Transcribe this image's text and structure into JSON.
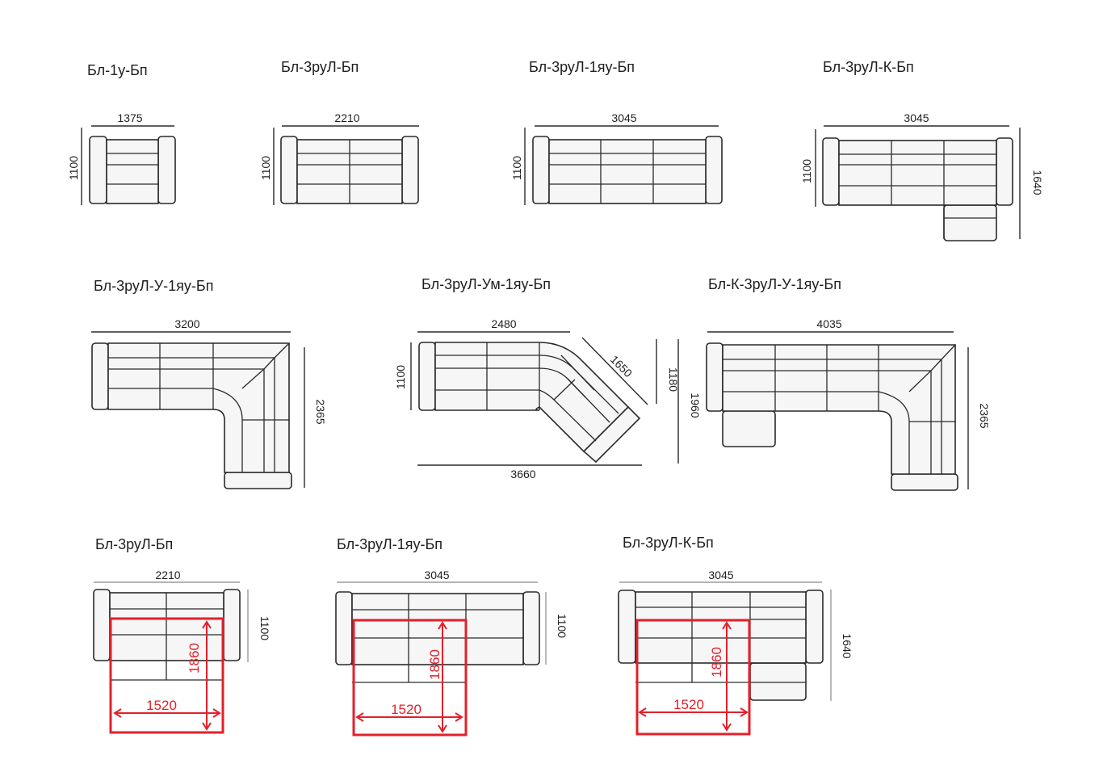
{
  "colors": {
    "outline": "#2a2a2a",
    "fill": "#f6f6f6",
    "accent": "#e3202a"
  },
  "row1": {
    "m1": {
      "title": "Бл-1у-Бп",
      "width": "1375",
      "depth": "1100"
    },
    "m2": {
      "title": "Бл-3руЛ-Бп",
      "width": "2210",
      "depth": "1100"
    },
    "m3": {
      "title": "Бл-3руЛ-1яу-Бп",
      "width": "3045",
      "depth": "1100"
    },
    "m4": {
      "title": "Бл-3руЛ-К-Бп",
      "width": "3045",
      "depth": "1100",
      "depth2": "1640"
    }
  },
  "row2": {
    "m5": {
      "title": "Бл-3руЛ-У-1яу-Бп",
      "width": "3200",
      "depth": "2365"
    },
    "m6": {
      "title": "Бл-3руЛ-Ум-1яу-Бп",
      "width": "2480",
      "depth": "1100",
      "diag": "1650",
      "depth2": "1180",
      "depth3": "1960",
      "total": "3660"
    },
    "m7": {
      "title": "Бл-К-3руЛ-У-1яу-Бп",
      "width": "4035",
      "depth": "2365"
    }
  },
  "row3": {
    "m8": {
      "title": "Бл-3руЛ-Бп",
      "width": "2210",
      "depth": "1100",
      "bed_w": "1520",
      "bed_l": "1860"
    },
    "m9": {
      "title": "Бл-3руЛ-1яу-Бп",
      "width": "3045",
      "depth": "1100",
      "bed_w": "1520",
      "bed_l": "1860"
    },
    "m10": {
      "title": "Бл-3руЛ-К-Бп",
      "width": "3045",
      "depth": "1640",
      "bed_w": "1520",
      "bed_l": "1860"
    }
  }
}
